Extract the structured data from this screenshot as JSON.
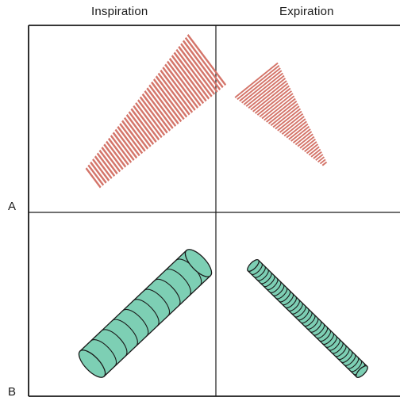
{
  "headers": {
    "inspiration": "Inspiration",
    "expiration": "Expiration"
  },
  "row_labels": {
    "a": "A",
    "b": "B"
  },
  "colors": {
    "stripes": "#d4756a",
    "cylinder_fill": "#7dcfb4",
    "outline": "#1a1a1a"
  },
  "icons": {
    "inspiration_airflow": "expanding-stripes",
    "expiration_airflow": "contracting-stripes",
    "inspiration_airway": "wide-short-cylinder",
    "expiration_airway": "narrow-long-cylinder"
  }
}
